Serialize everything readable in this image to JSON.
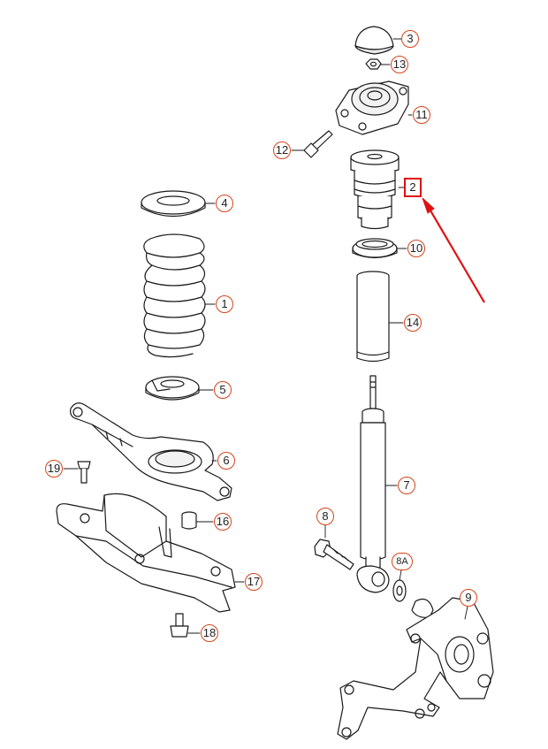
{
  "diagram": {
    "highlight_color": "#e01010",
    "callout_color": "#d5441c",
    "line_color": "#1a1a1a",
    "callouts": [
      {
        "id": "c3",
        "label": "3"
      },
      {
        "id": "c13",
        "label": "13"
      },
      {
        "id": "c11",
        "label": "11"
      },
      {
        "id": "c12",
        "label": "12"
      },
      {
        "id": "c4",
        "label": "4"
      },
      {
        "id": "c10",
        "label": "10"
      },
      {
        "id": "c1",
        "label": "1"
      },
      {
        "id": "c14",
        "label": "14"
      },
      {
        "id": "c5",
        "label": "5"
      },
      {
        "id": "c6",
        "label": "6"
      },
      {
        "id": "c19",
        "label": "19"
      },
      {
        "id": "c7",
        "label": "7"
      },
      {
        "id": "c16",
        "label": "16"
      },
      {
        "id": "c8",
        "label": "8"
      },
      {
        "id": "c8a",
        "label": "8A"
      },
      {
        "id": "c17",
        "label": "17"
      },
      {
        "id": "c9",
        "label": "9"
      },
      {
        "id": "c18",
        "label": "18"
      }
    ],
    "highlighted": {
      "label": "2"
    }
  }
}
